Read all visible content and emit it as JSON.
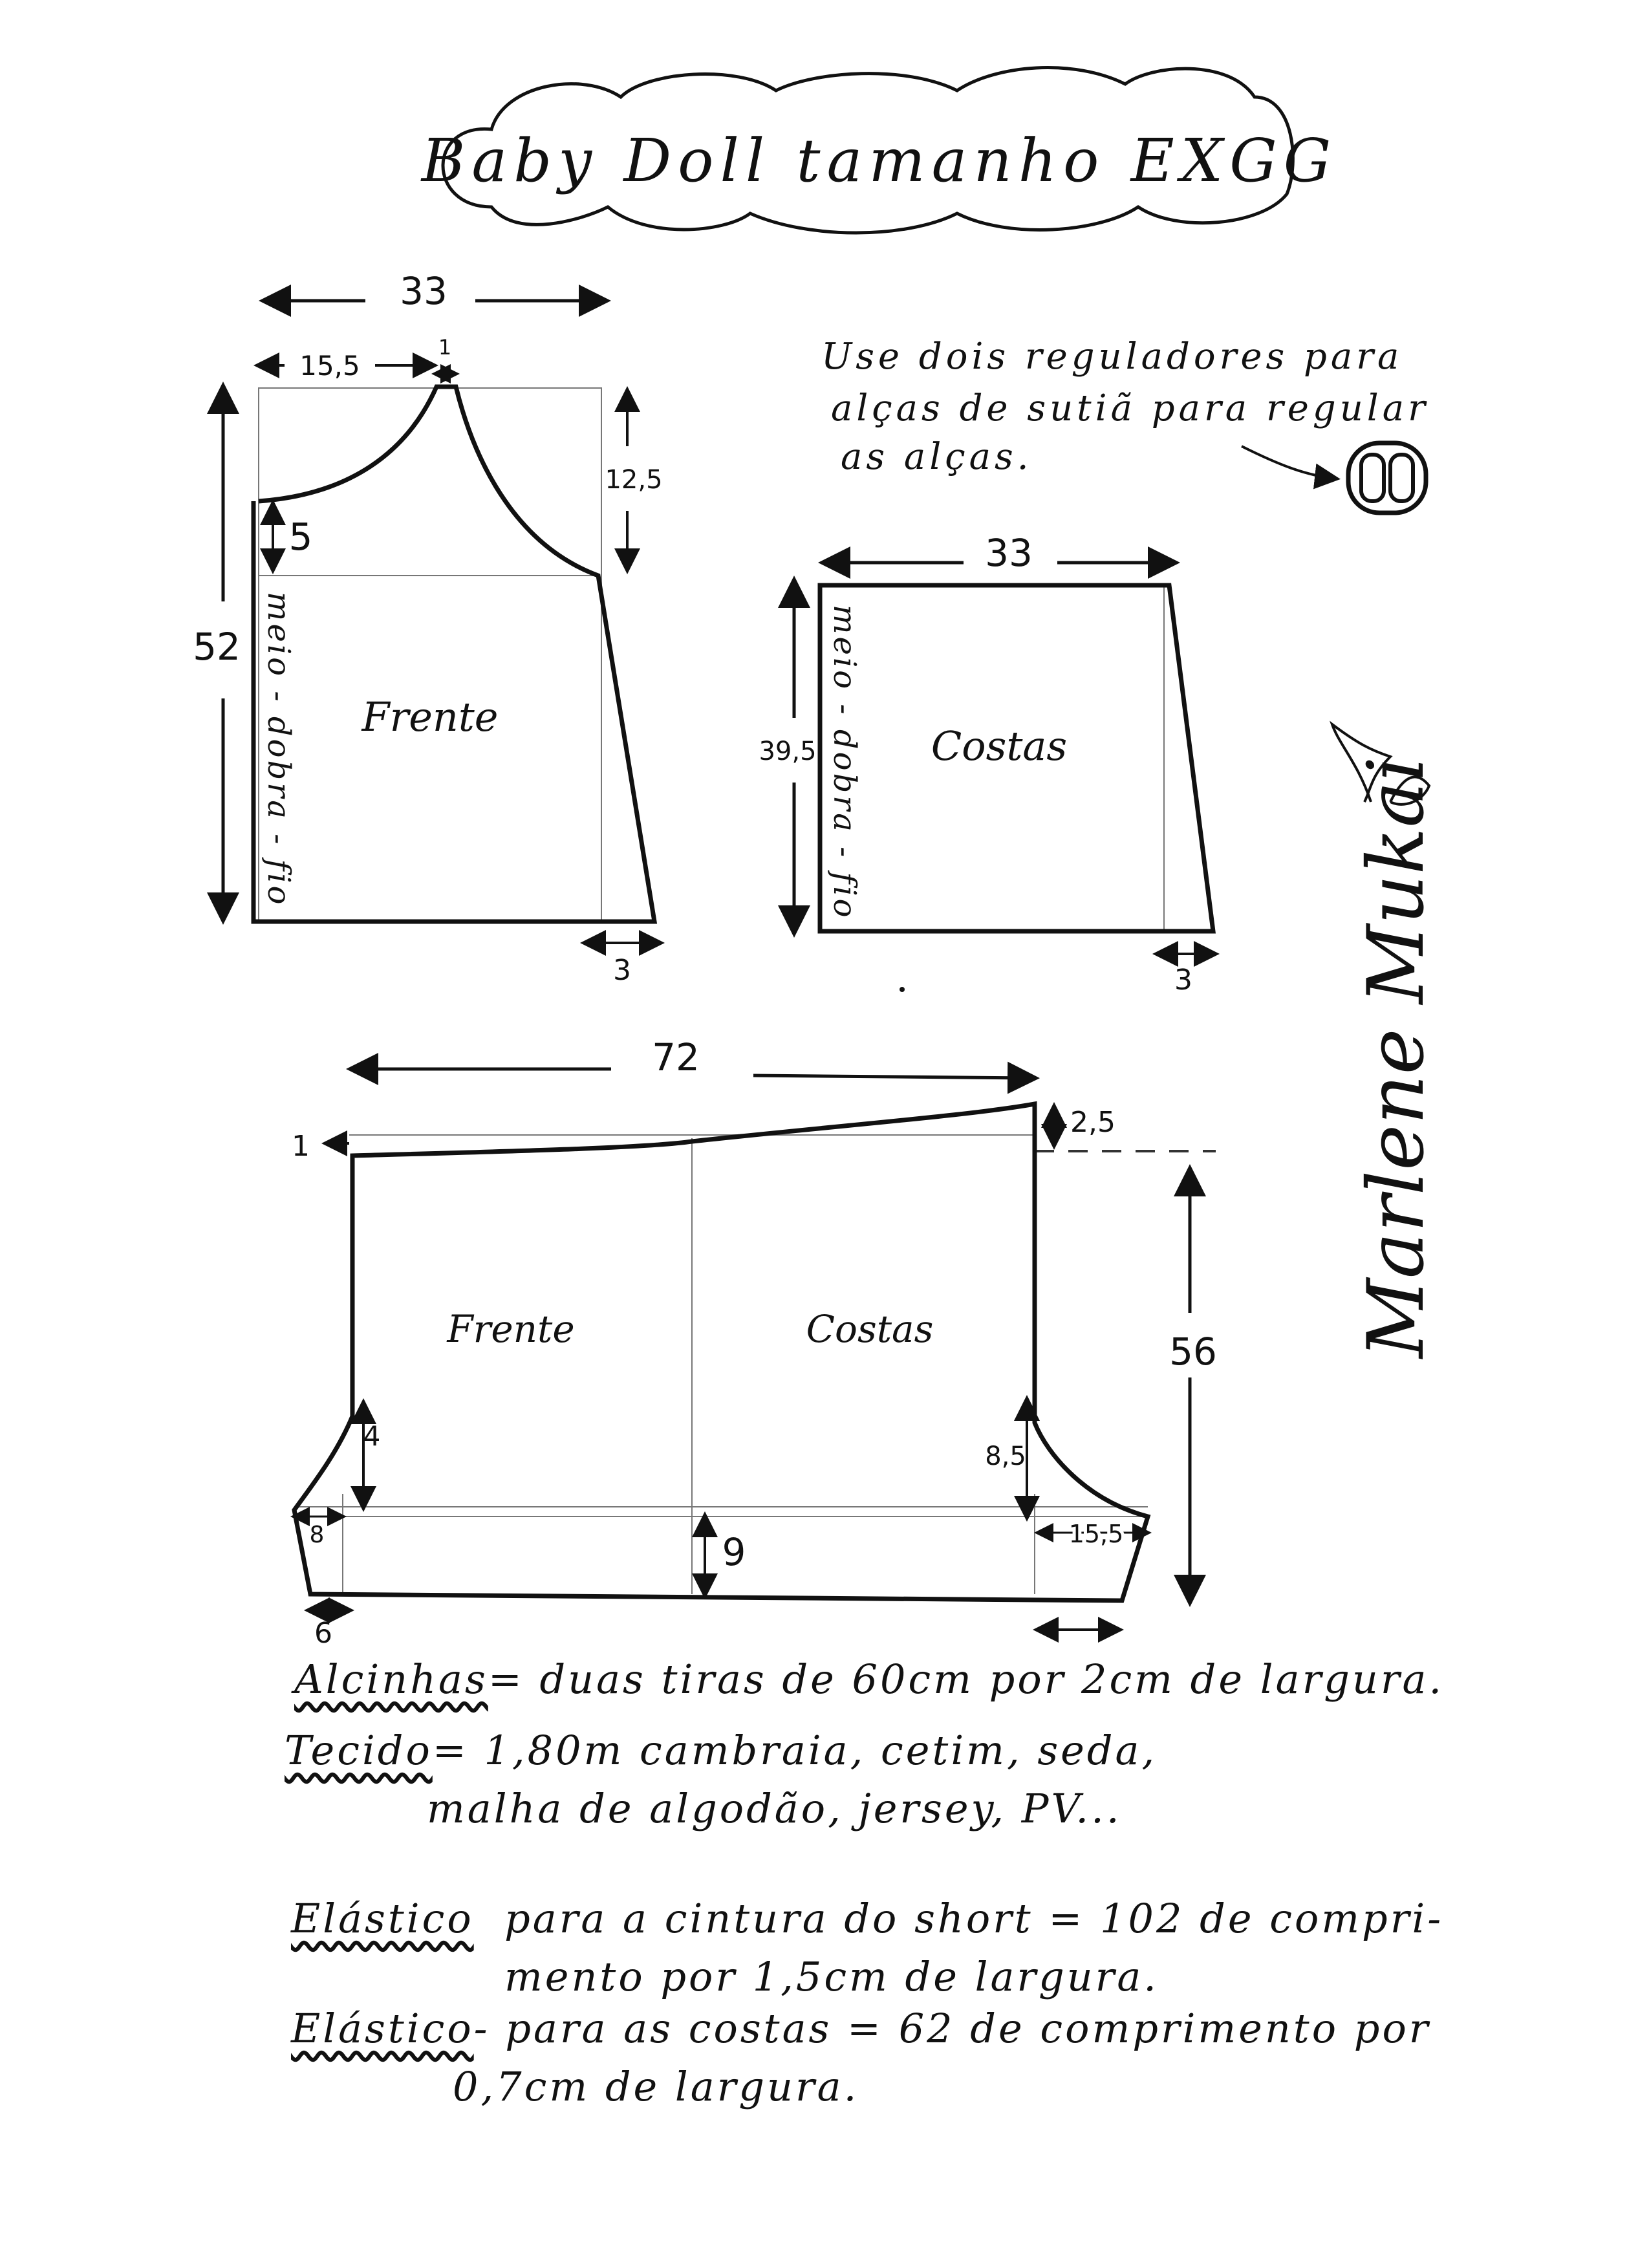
{
  "title": "Baby Doll tamanho EXGG",
  "instruction": {
    "line1": "Use dois reguladores para",
    "line2": "alças de sutiã para regular",
    "line3": "as alças."
  },
  "regulator_icon": "bra-strap-regulator-icon",
  "front_bodice": {
    "label": "Frente",
    "fold_label": "meio - dobra - fio",
    "dim_width": "33",
    "dim_neck": "15,5",
    "dim_strap": "1",
    "dim_height": "52",
    "dim_armhole": "12,5",
    "dim_side_drop": "5",
    "dim_flare": "3"
  },
  "back_bodice": {
    "label": "Costas",
    "fold_label": "meio - dobra - fio",
    "dim_width": "33",
    "dim_height": "39,5",
    "dim_flare": "3"
  },
  "shorts": {
    "label_front": "Frente",
    "label_back": "Costas",
    "dim_width": "72",
    "dim_front_rise": "1",
    "dim_back_rise": "2,5",
    "dim_height": "56",
    "dim_front_crotch": "4",
    "dim_back_crotch": "8,5",
    "dim_front_ext": "8",
    "dim_back_ext": "15,5",
    "dim_leg": "9",
    "dim_front_hem": "6"
  },
  "signature": "Marlene Mukai",
  "notes": {
    "alcinhas_label": "Alcinhas",
    "alcinhas_text": "= duas tiras de 60cm por 2cm de largura.",
    "tecido_label": "Tecido",
    "tecido_text": "= 1,80m cambraia, cetim, seda,",
    "tecido_text2": "malha de algodão, jersey, PV...",
    "elastico1_label": "Elástico",
    "elastico1_text": "para a cintura do short = 102 de compri-",
    "elastico1_text2": "mento por 1,5cm de largura.",
    "elastico2_label": "Elástico",
    "elastico2_text": "- para as costas = 62 de comprimento por",
    "elastico2_text2": "0,7cm de largura."
  }
}
